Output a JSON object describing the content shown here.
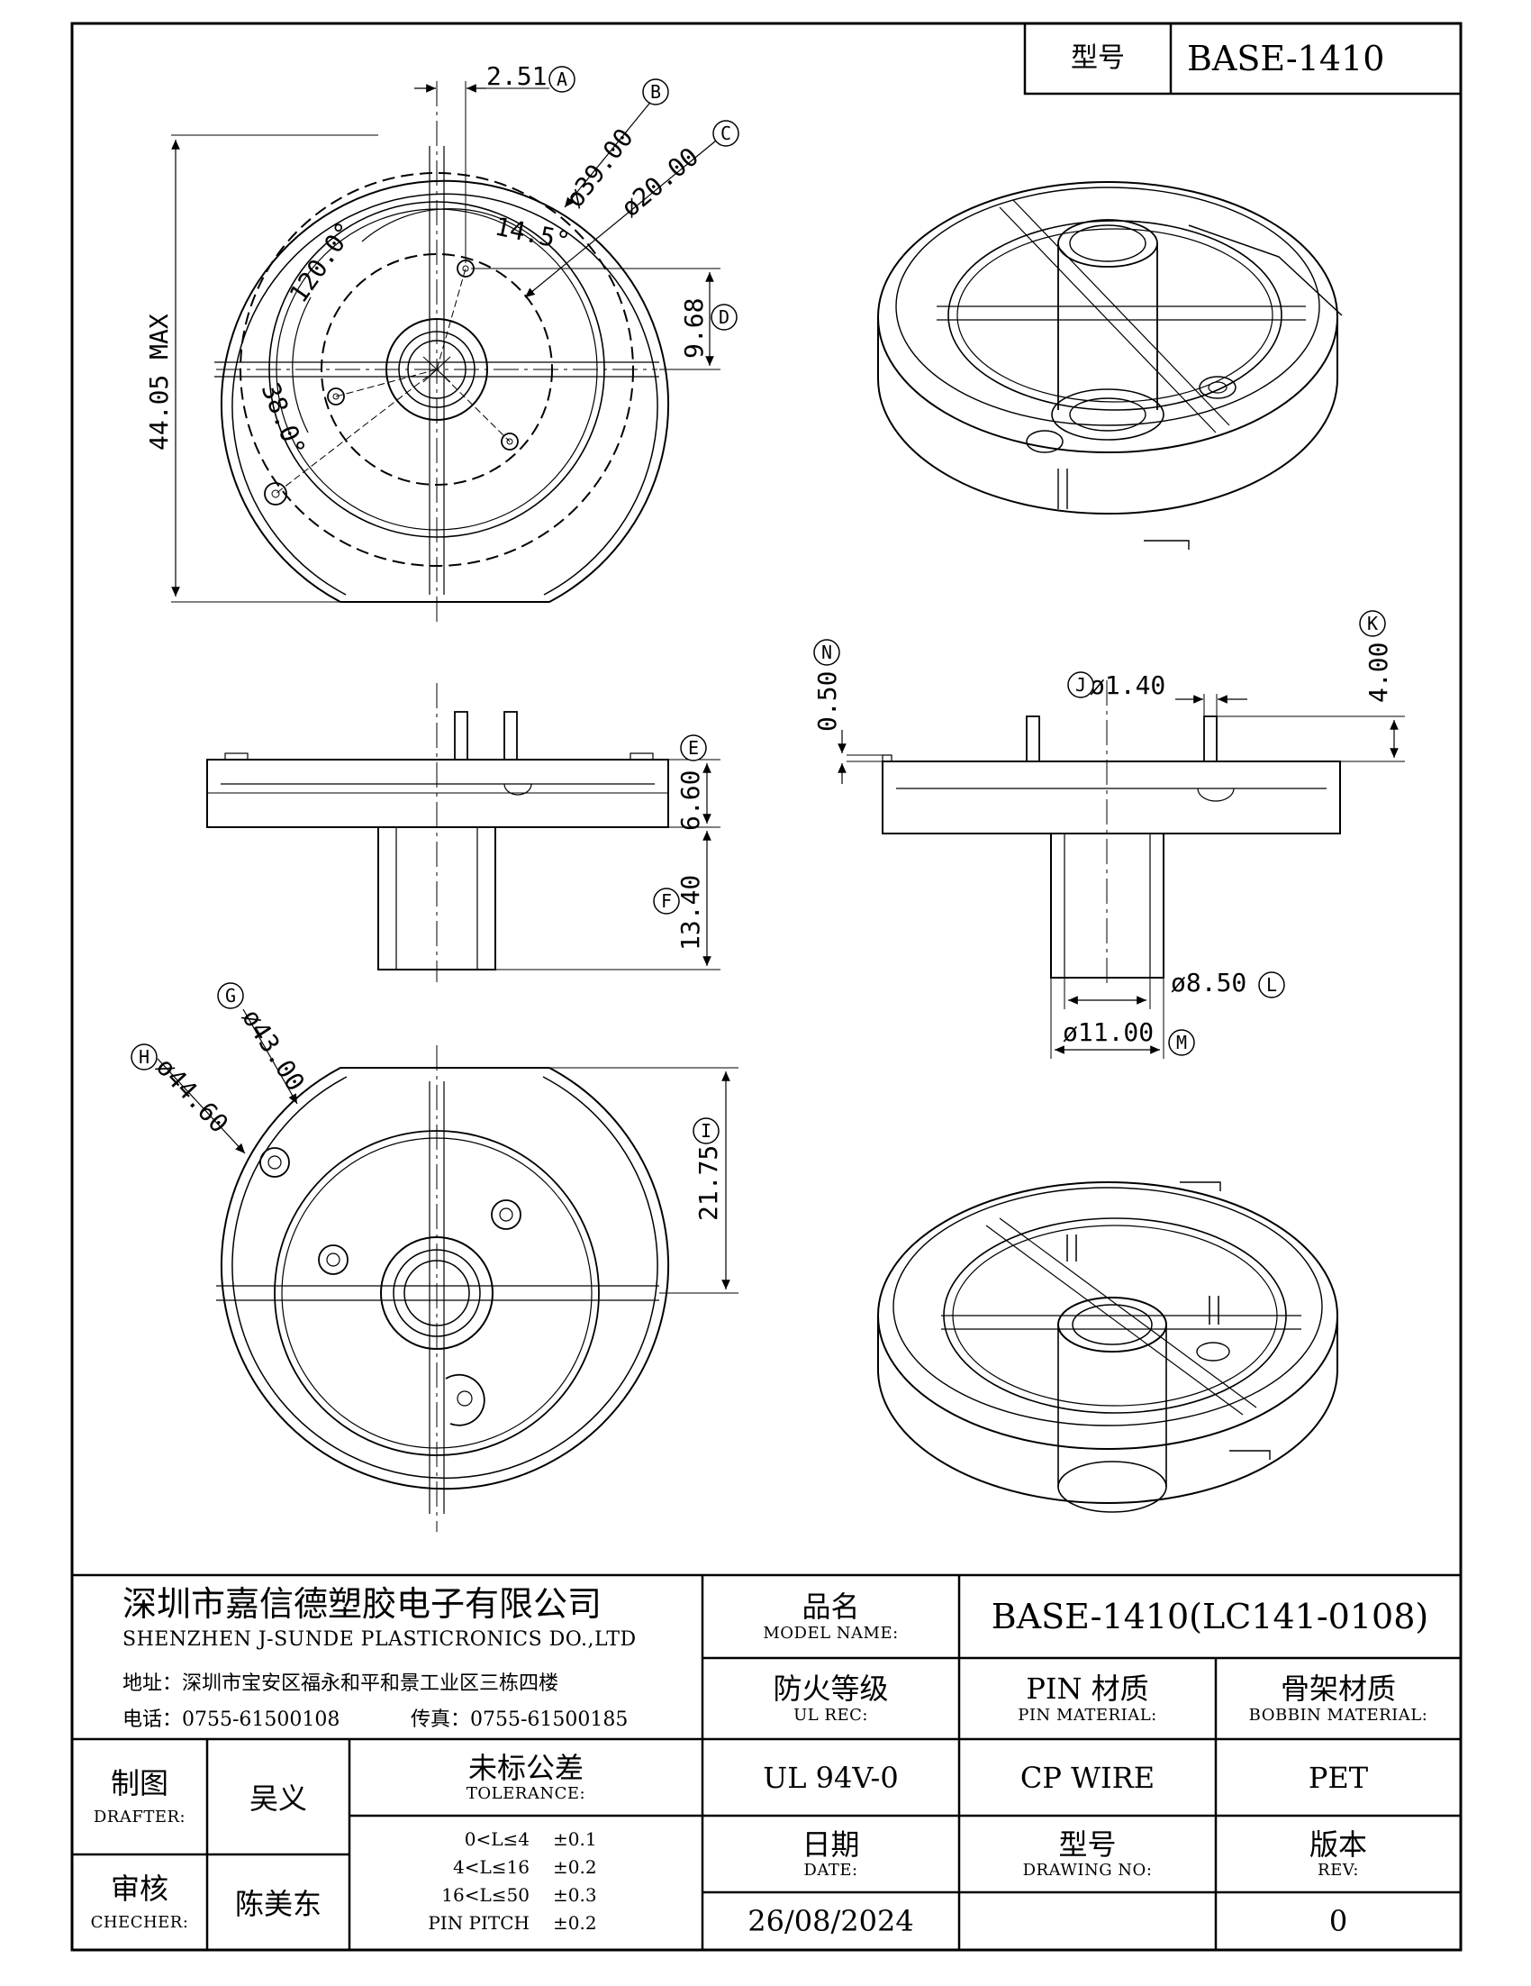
{
  "header": {
    "model_label": "型号",
    "model_value": "BASE-1410"
  },
  "dimensions": {
    "A": "2.51",
    "B": "ø39.00",
    "C": "ø20.00",
    "D": "9.68",
    "angle_14_5": "14.5°",
    "angle_120": "120.0°",
    "angle_38": "38.0°",
    "height_max": "44.05 MAX",
    "E": "6.60",
    "F": "13.40",
    "N": "0.50",
    "J": "ø1.40",
    "K": "4.00",
    "L": "ø8.50",
    "M": "ø11.00",
    "G": "ø43.00",
    "H": "ø44.60",
    "I": "21.75"
  },
  "callouts": [
    "A",
    "B",
    "C",
    "D",
    "E",
    "F",
    "G",
    "H",
    "I",
    "J",
    "K",
    "L",
    "M",
    "N"
  ],
  "company": {
    "name_cn": "深圳市嘉信德塑胶电子有限公司",
    "name_en": "SHENZHEN J-SUNDE PLASTICRONICS DO.,LTD",
    "address": "地址：深圳市宝安区福永和平和景工业区三栋四楼",
    "phone": "电话：0755-61500108",
    "fax": "传真：0755-61500185"
  },
  "titleblock": {
    "model_name_cn": "品名",
    "model_name_en": "MODEL NAME:",
    "model_name_value": "BASE-1410(LC141-0108)",
    "ul_cn": "防火等级",
    "ul_en": "UL REC:",
    "ul_value": "UL 94V-0",
    "pin_cn": "PIN 材质",
    "pin_en": "PIN MATERIAL:",
    "pin_value": "CP WIRE",
    "bobbin_cn": "骨架材质",
    "bobbin_en": "BOBBIN MATERIAL:",
    "bobbin_value": "PET",
    "drafter_cn": "制图",
    "drafter_en": "DRAFTER:",
    "drafter_value": "吴义",
    "checker_cn": "审核",
    "checker_en": "CHECHER:",
    "checker_value": "陈美东",
    "tolerance_cn": "未标公差",
    "tolerance_en": "TOLERANCE:",
    "tolerance_rows": [
      {
        "range": "0<L≤4",
        "value": "±0.1"
      },
      {
        "range": "4<L≤16",
        "value": "±0.2"
      },
      {
        "range": "16<L≤50",
        "value": "±0.3"
      },
      {
        "range": "PIN PITCH",
        "value": "±0.2"
      }
    ],
    "date_cn": "日期",
    "date_en": "DATE:",
    "date_value": "26/08/2024",
    "drawing_cn": "型号",
    "drawing_en": "DRAWING NO:",
    "drawing_value": "",
    "rev_cn": "版本",
    "rev_en": "REV:",
    "rev_value": "0"
  }
}
